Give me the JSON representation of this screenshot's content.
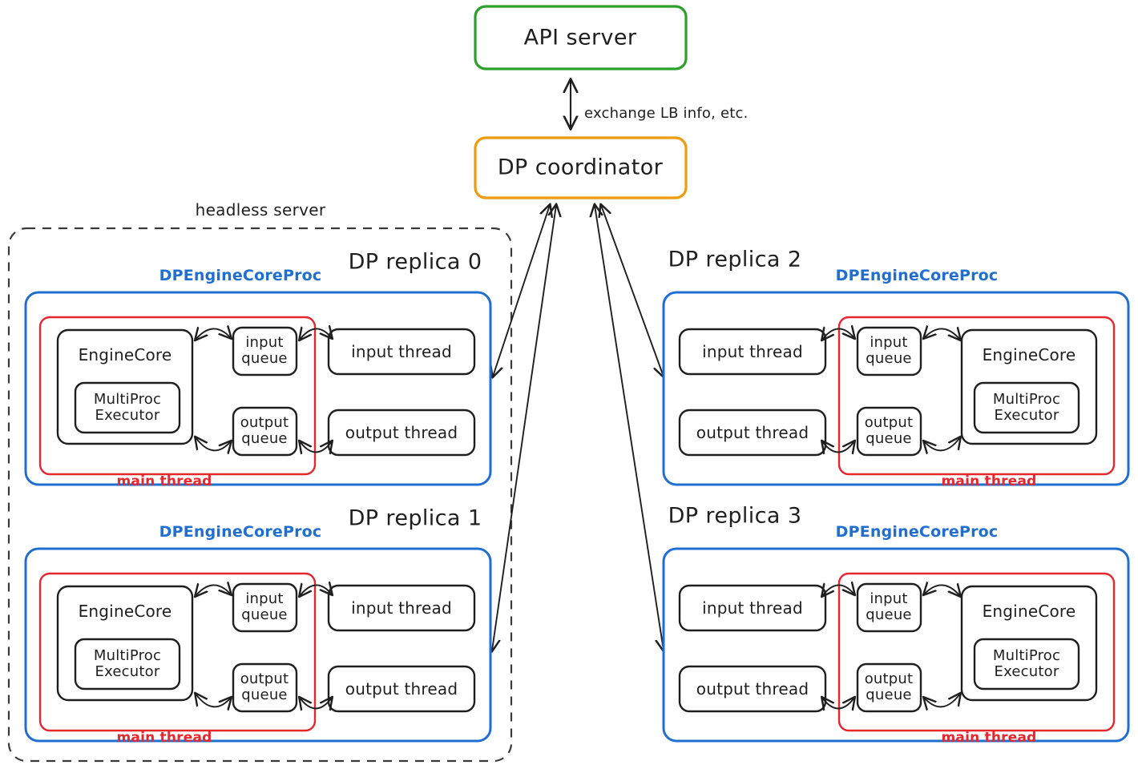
{
  "diagram": {
    "title_top": "API server",
    "coordinator": "DP coordinator",
    "edge_label": "exchange LB info, etc.",
    "headless_label": "headless server",
    "colors": {
      "api_server_border": "#2ba02b",
      "coordinator_border": "#ef9b0f",
      "proc_border": "#1f6fd0",
      "main_thread_border": "#e8262d",
      "box_border": "#1f1f1f",
      "dashed_border": "#3a3a3a",
      "text": "#1f1f1f"
    },
    "node_labels": {
      "engine_core": "EngineCore",
      "multiproc_executor_line1": "MultiProc",
      "multiproc_executor_line2": "Executor",
      "input_queue_line1": "input",
      "input_queue_line2": "queue",
      "output_queue_line1": "output",
      "output_queue_line2": "queue",
      "input_thread": "input thread",
      "output_thread": "output thread",
      "proc_label": "DPEngineCoreProc",
      "main_thread_label": "main thread"
    },
    "replicas": [
      {
        "id": 0,
        "title": "DP replica 0",
        "orientation": "left",
        "inside_headless": true
      },
      {
        "id": 1,
        "title": "DP replica 1",
        "orientation": "left",
        "inside_headless": true
      },
      {
        "id": 2,
        "title": "DP replica 2",
        "orientation": "right",
        "inside_headless": false
      },
      {
        "id": 3,
        "title": "DP replica 3",
        "orientation": "right",
        "inside_headless": false
      }
    ]
  }
}
